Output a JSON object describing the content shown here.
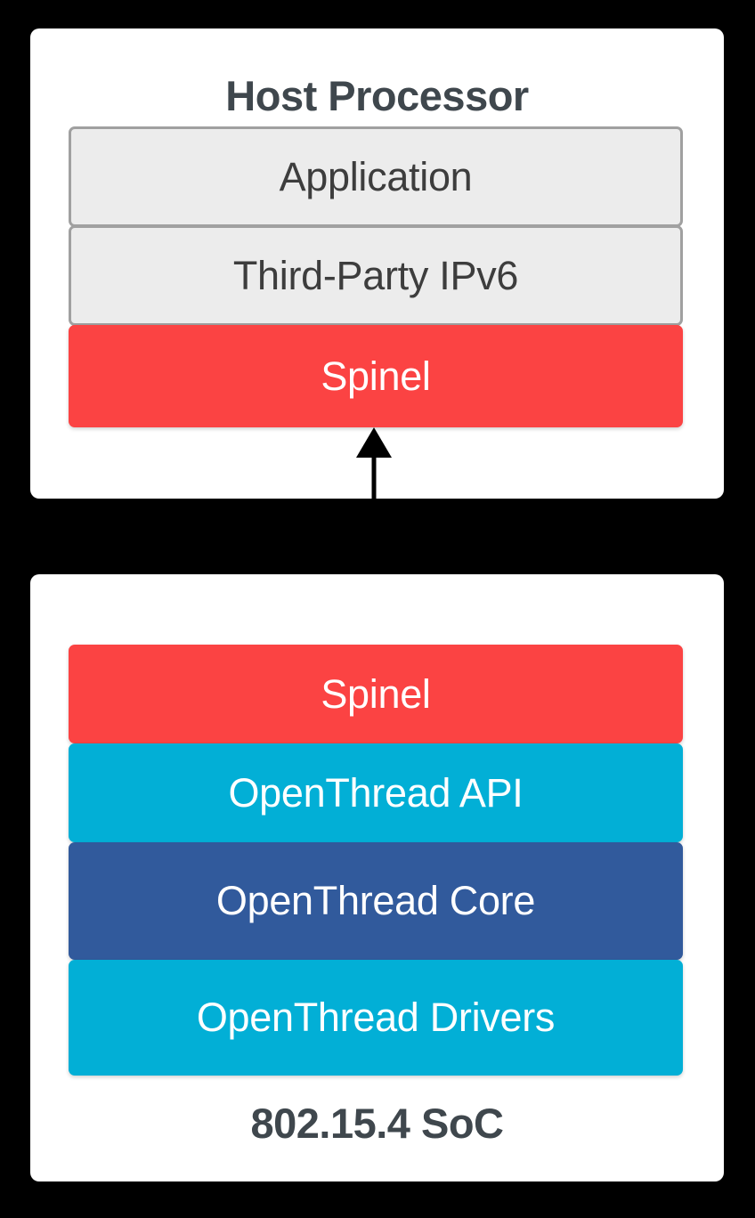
{
  "diagram": {
    "title": "OpenThread RCP / NCP architecture stack",
    "background_color": "#000000",
    "card_color": "#ffffff"
  },
  "colors": {
    "red": "#fb4343",
    "cyan": "#02afd6",
    "blue": "#315a9c",
    "outline_fill": "#ececec",
    "outline_border": "#a0a0a0",
    "title_text": "#3f474d",
    "outline_text": "#3d3d3d",
    "solid_text": "#ffffff",
    "arrow": "#000000"
  },
  "host_card": {
    "title": "Host Processor",
    "layers": [
      {
        "label": "Application",
        "style": "outline",
        "color": "#ececec"
      },
      {
        "label": "Third-Party IPv6",
        "style": "outline",
        "color": "#ececec"
      },
      {
        "label": "Spinel",
        "style": "solid",
        "color": "#fb4343"
      }
    ]
  },
  "soc_card": {
    "title": "802.15.4 SoC",
    "layers": [
      {
        "label": "Spinel",
        "style": "solid",
        "color": "#fb4343"
      },
      {
        "label": "OpenThread API",
        "style": "solid",
        "color": "#02afd6"
      },
      {
        "label": "OpenThread Core",
        "style": "solid",
        "color": "#315a9c"
      },
      {
        "label": "OpenThread Drivers",
        "style": "solid",
        "color": "#02afd6"
      }
    ]
  },
  "connector": {
    "icon": "double-headed-vertical-arrow",
    "from": "Spinel",
    "to": "Spinel",
    "direction": "bidirectional"
  }
}
